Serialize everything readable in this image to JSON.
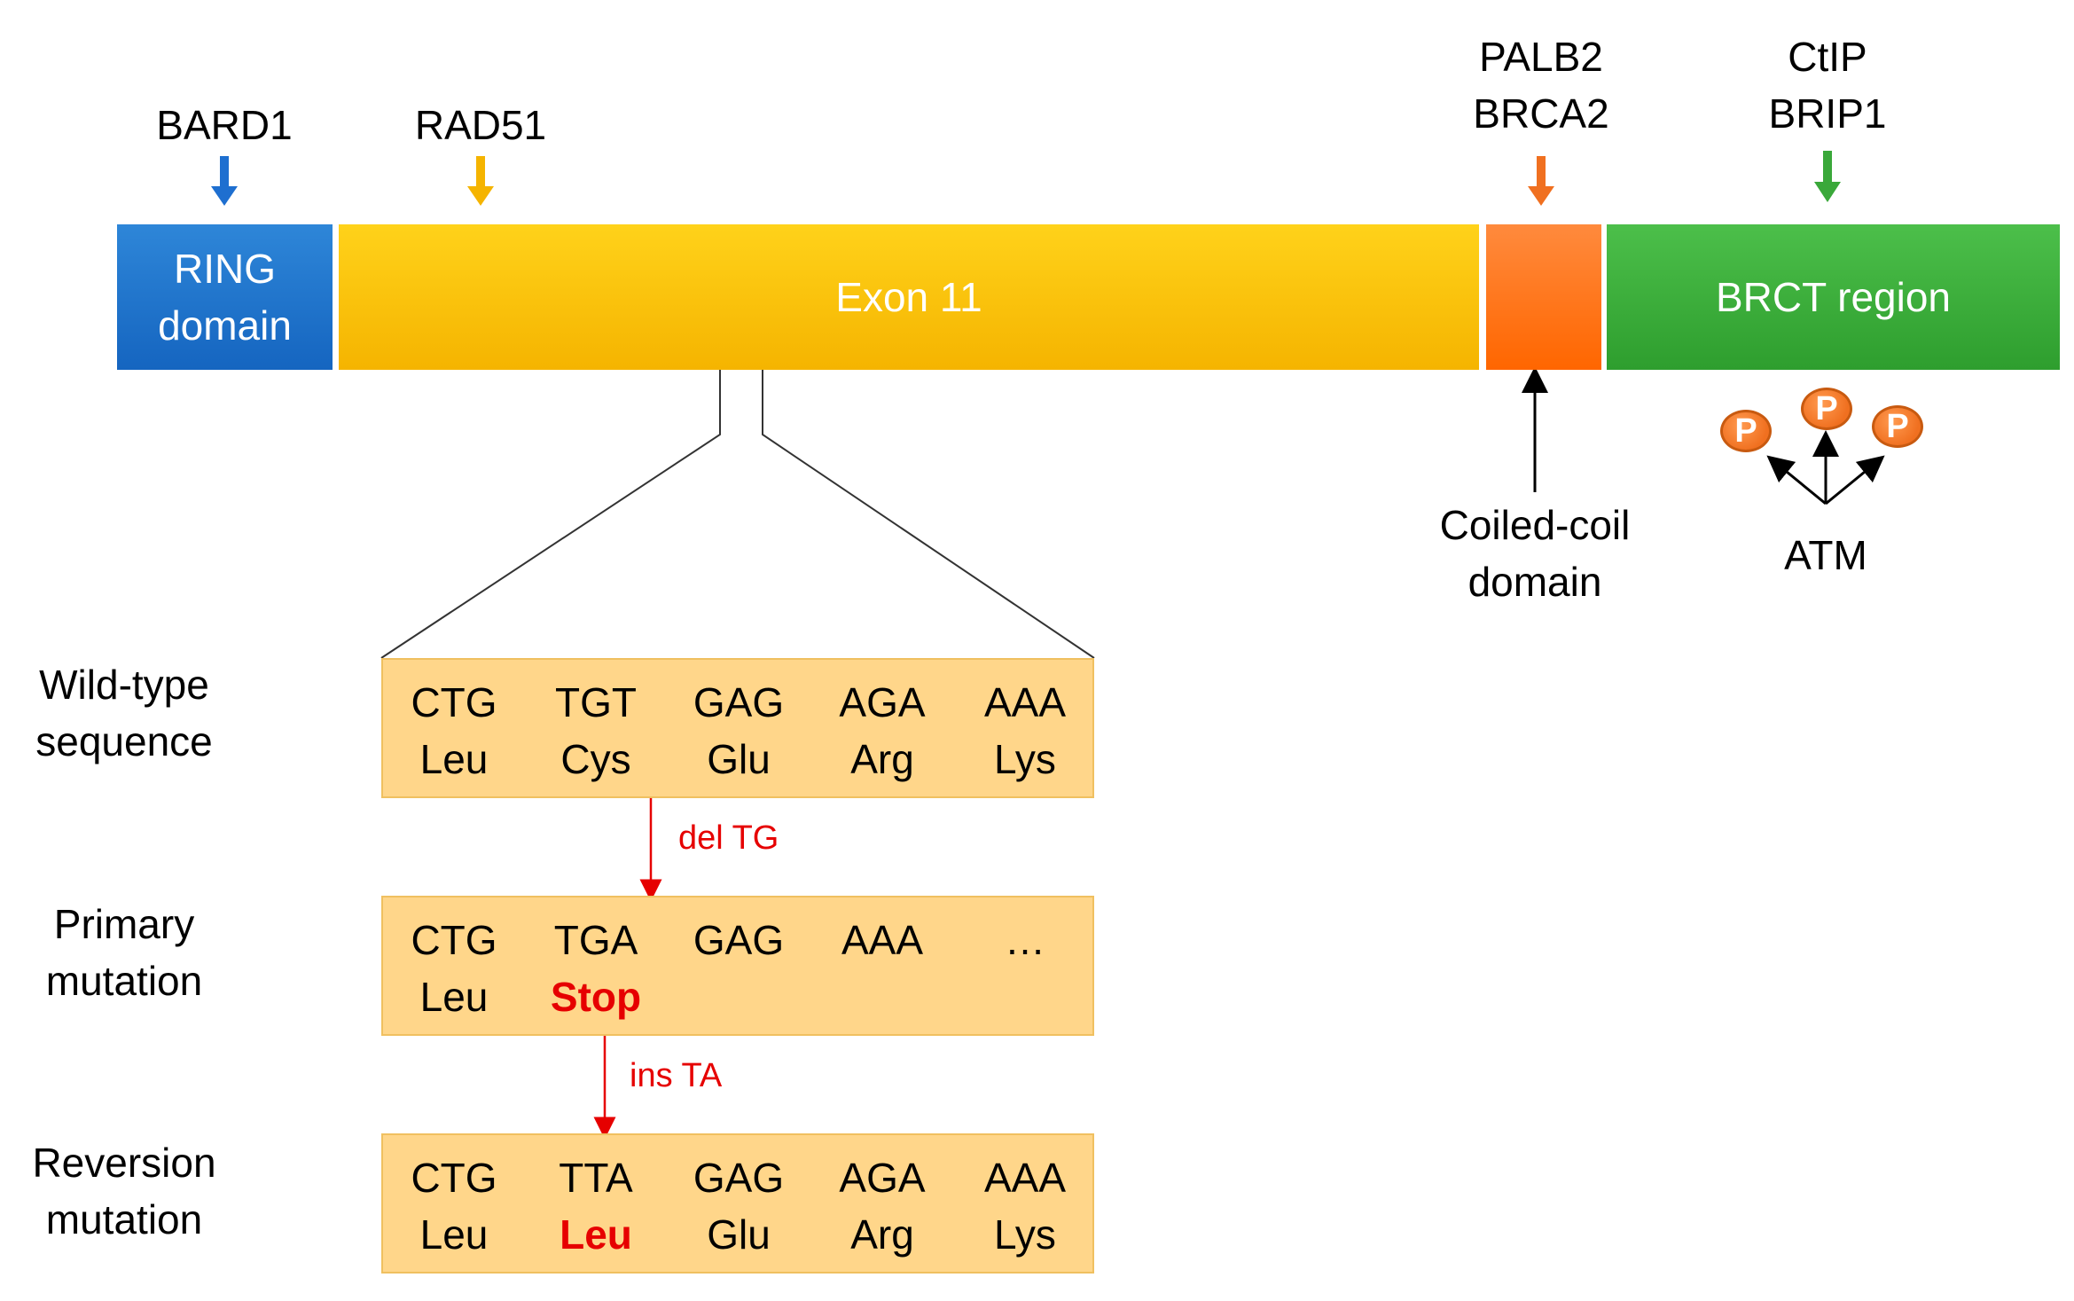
{
  "protein": {
    "ring_domain": "RING\ndomain",
    "exon11": "Exon 11",
    "brct_region": "BRCT region"
  },
  "binding_partners": {
    "bard1": "BARD1",
    "rad51": "RAD51",
    "palb2": "PALB2",
    "brca2": "BRCA2",
    "ctip": "CtIP",
    "brip1": "BRIP1"
  },
  "annotations": {
    "coiled_coil": "Coiled-coil\ndomain",
    "atm": "ATM",
    "phospho": "P"
  },
  "rows": {
    "wild_type": {
      "label": "Wild-type\nsequence",
      "codons": [
        "CTG",
        "TGT",
        "GAG",
        "AGA",
        "AAA"
      ],
      "amino_acids": [
        "Leu",
        "Cys",
        "Glu",
        "Arg",
        "Lys"
      ]
    },
    "primary": {
      "label": "Primary\nmutation",
      "codons": [
        "CTG",
        "TGA",
        "GAG",
        "AAA",
        "…"
      ],
      "amino_acids": [
        "Leu",
        "Stop",
        "",
        "",
        ""
      ]
    },
    "reversion": {
      "label": "Reversion\nmutation",
      "codons": [
        "CTG",
        "TTA",
        "GAG",
        "AGA",
        "AAA"
      ],
      "amino_acids": [
        "Leu",
        "Leu",
        "Glu",
        "Arg",
        "Lys"
      ]
    }
  },
  "mutations": {
    "deletion": "del TG",
    "insertion": "ins TA"
  },
  "colors": {
    "ring": "#1565c0",
    "exon": "#f5b400",
    "coiled_coil": "#ff6600",
    "brct": "#2e9e2e",
    "sequence_box": "#ffd68a",
    "mutation_red": "#e60000"
  }
}
